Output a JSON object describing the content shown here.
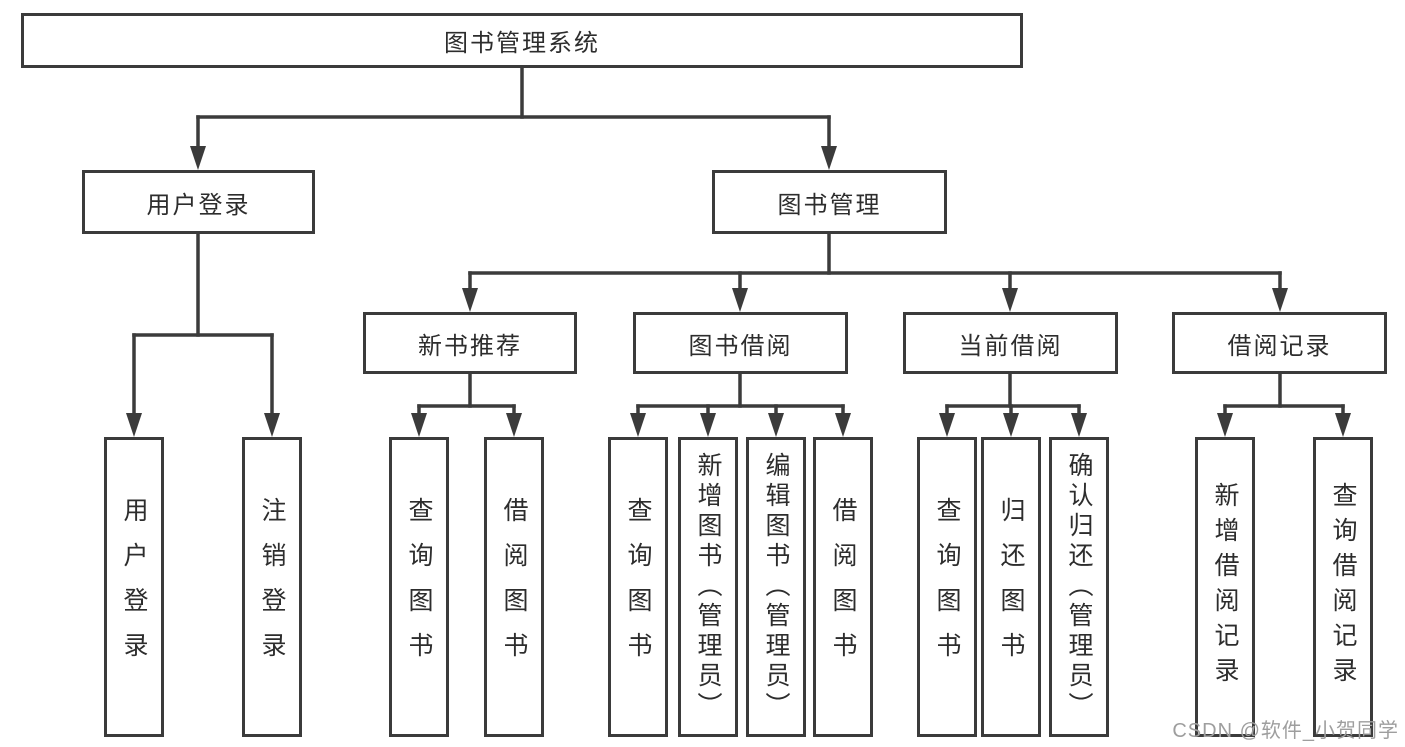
{
  "tree": {
    "root": {
      "label": "图书管理系统",
      "children": [
        {
          "label": "用户登录",
          "children": [
            {
              "label": "用户登录"
            },
            {
              "label": "注销登录"
            }
          ]
        },
        {
          "label": "图书管理",
          "children": [
            {
              "label": "新书推荐",
              "children": [
                {
                  "label": "查询图书"
                },
                {
                  "label": "借阅图书"
                }
              ]
            },
            {
              "label": "图书借阅",
              "children": [
                {
                  "label": "查询图书"
                },
                {
                  "label": "新增图书（管理员）"
                },
                {
                  "label": "编辑图书（管理员）"
                },
                {
                  "label": "借阅图书"
                }
              ]
            },
            {
              "label": "当前借阅",
              "children": [
                {
                  "label": "查询图书"
                },
                {
                  "label": "归还图书"
                },
                {
                  "label": "确认归还（管理员）"
                }
              ]
            },
            {
              "label": "借阅记录",
              "children": [
                {
                  "label": "新增借阅记录"
                },
                {
                  "label": "查询借阅记录"
                }
              ]
            }
          ]
        }
      ]
    }
  },
  "watermark": {
    "text": "CSDN @软件_小贺同学"
  },
  "colors": {
    "line": "#3b3b3b",
    "text": "#2d2d2d",
    "background": "#ffffff",
    "watermark": "#9e9e9e"
  }
}
